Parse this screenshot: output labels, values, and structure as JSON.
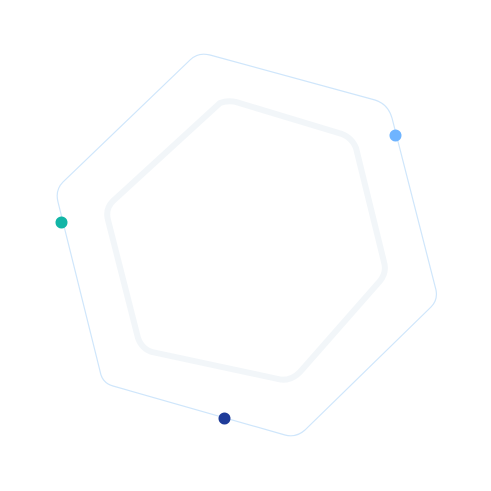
{
  "colors": {
    "background": "#ffffff",
    "outer_outline": "#cfe6fb",
    "inner_outline": "#f2f6f9",
    "inner_fill": "#ffffff",
    "dot_light_blue": "#6fb4ff",
    "dot_teal": "#12b5a6",
    "dot_navy": "#1f3c99"
  },
  "icons": {
    "dot_light_blue": "light-blue-dot",
    "dot_teal": "teal-dot",
    "dot_navy": "navy-dot"
  }
}
